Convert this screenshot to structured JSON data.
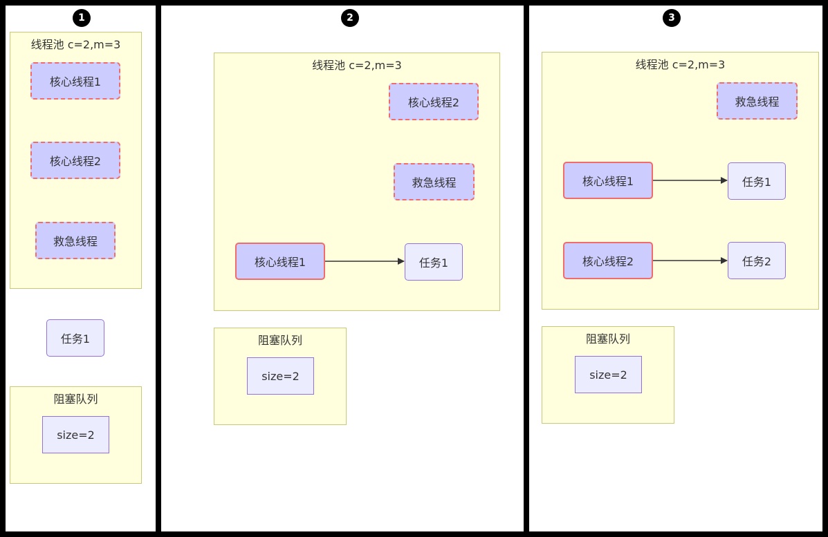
{
  "steps": [
    "1",
    "2",
    "3"
  ],
  "pool_title": "线程池 c=2,m=3",
  "queue_title": "阻塞队列",
  "labels": {
    "core1": "核心线程1",
    "core2": "核心线程2",
    "rescue": "救急线程",
    "task1": "任务1",
    "task2": "任务2",
    "queue_size": "size=2"
  },
  "colors": {
    "background": "#000000",
    "panel": "#ffffff",
    "group_fill": "#ffffde",
    "group_border": "#c8c878",
    "thread_fill": "#ccccff",
    "thread_border": "#f06b6b",
    "task_fill": "#ececff",
    "task_border": "#9370db"
  }
}
